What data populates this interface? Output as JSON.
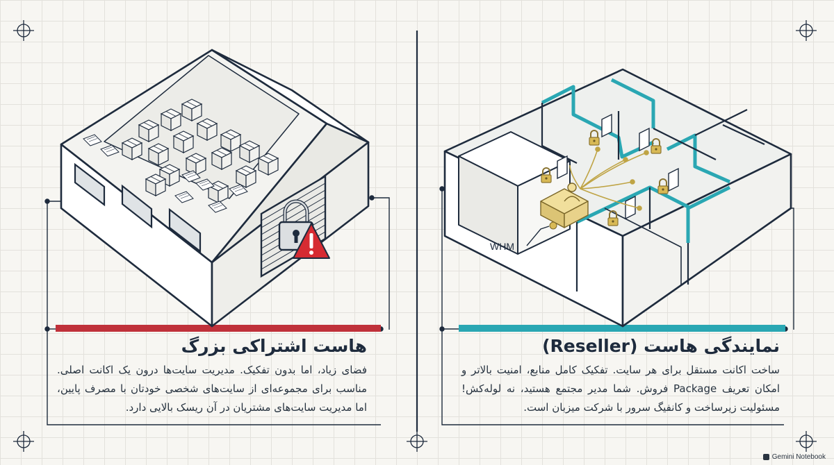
{
  "left_panel": {
    "title": "هاست اشتراکی بزرگ",
    "body": "فضای زیاد، اما بدون تفکیک. مدیریت سایت‌ها درون یک اکانت اصلی. مناسب برای مجموعه‌ای از سایت‌های شخصی خودتان با مصرف پایین، اما مدیریت سایت‌های مشتریان در آن ریسک بالایی دارد.",
    "accent_color": "#c0313a"
  },
  "right_panel": {
    "title": "نمایندگی هاست (Reseller)",
    "body": "ساخت اکانت مستقل برای هر سایت. تفکیک کامل منابع، امنیت بالاتر و امکان تعریف Package فروش. شما مدیر مجتمع هستید، نه لوله‌کش! مسئولیت زیرساخت و کانفیگ سرور با شرکت میزبان است.",
    "diagram_label": "WHM",
    "accent_color": "#2aa7b3"
  },
  "icons": {
    "left": [
      "warehouse-icon",
      "box-icon",
      "padlock-icon",
      "warning-icon"
    ],
    "right": [
      "building-floorplan-icon",
      "padlock-icon",
      "door-icon",
      "reception-desk-icon",
      "manager-icon"
    ]
  },
  "footer": {
    "watermark": "Gemini Notebook"
  },
  "colors": {
    "ink": "#1e2b3d",
    "paper": "#f7f6f2",
    "grid": "#e3e1dc",
    "gold": "#c9a94a"
  }
}
